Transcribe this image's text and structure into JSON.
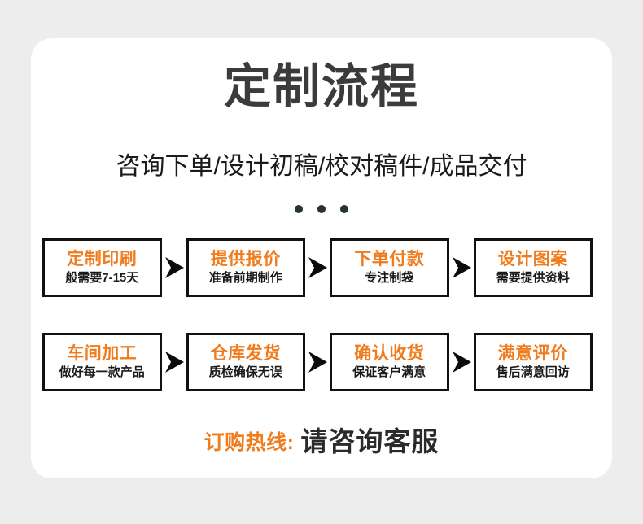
{
  "page": {
    "background_color": "#ededed",
    "card_color": "#ffffff",
    "accent_color": "#f07c1e",
    "title_color": "#3b3b3b",
    "border_color": "#111111",
    "dot_color": "#253238"
  },
  "header": {
    "title": "定制流程",
    "subtitle": "咨询下单/设计初稿/校对稿件/成品交付",
    "dots": [
      "dot",
      "dot",
      "dot"
    ]
  },
  "flow": {
    "arrow_icon": "arrow-right-icon",
    "row1": [
      {
        "title": "定制印刷",
        "sub": "般需要7-15天"
      },
      {
        "title": "提供报价",
        "sub": "准备前期制作"
      },
      {
        "title": "下单付款",
        "sub": "专注制袋"
      },
      {
        "title": "设计图案",
        "sub": "需要提供资料"
      }
    ],
    "row2": [
      {
        "title": "车间加工",
        "sub": "做好每一款产品"
      },
      {
        "title": "仓库发货",
        "sub": "质检确保无误"
      },
      {
        "title": "确认收货",
        "sub": "保证客户满意"
      },
      {
        "title": "满意评价",
        "sub": "售后满意回访"
      }
    ]
  },
  "footer": {
    "hotline_label": "订购热线:",
    "hotline_value": "请咨询客服"
  }
}
